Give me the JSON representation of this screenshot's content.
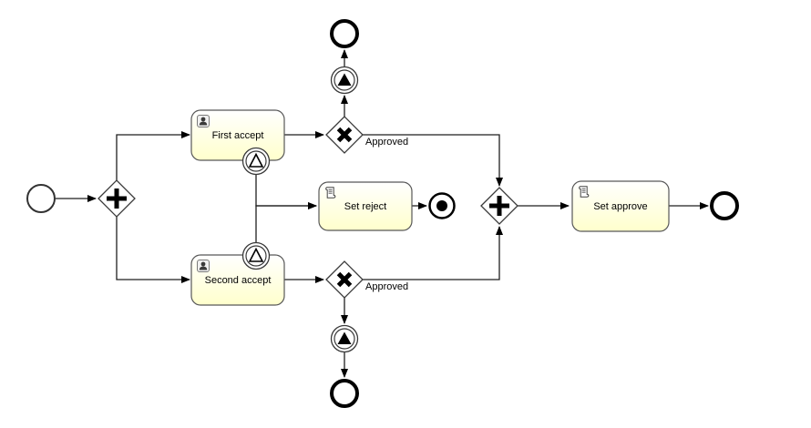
{
  "diagram": {
    "kind": "BPMN process diagram",
    "tasks": {
      "first_accept": {
        "label": "First accept",
        "type": "user-task"
      },
      "second_accept": {
        "label": "Second accept",
        "type": "user-task"
      },
      "set_reject": {
        "label": "Set reject",
        "type": "script-task"
      },
      "set_approve": {
        "label": "Set approve",
        "type": "script-task"
      }
    },
    "edge_labels": {
      "approved_top": "Approved",
      "approved_bottom": "Approved"
    },
    "events": {
      "start": "start-event",
      "end_top": "end-event",
      "end_bottom": "end-event",
      "end_right": "end-event",
      "terminate": "terminate-end-event",
      "signal_throw_top": "signal-intermediate-throw-event",
      "signal_throw_bottom": "signal-intermediate-throw-event",
      "boundary_on_first_accept": "signal-boundary-catch-event",
      "boundary_on_second_accept": "signal-boundary-catch-event"
    },
    "gateways": {
      "fork": "parallel-gateway",
      "join": "parallel-gateway",
      "decision_top": "exclusive-gateway",
      "decision_bottom": "exclusive-gateway"
    },
    "icons": {
      "user_task": "person-icon",
      "script_task": "scroll-icon",
      "signal": "triangle-icon",
      "parallel_gateway": "plus-icon",
      "exclusive_gateway": "x-icon"
    },
    "colors": {
      "background": "#ffffff",
      "task_fill_top": "#ffffff",
      "task_fill_bottom": "#ffffcc",
      "task_border": "#585858",
      "line": "#1f1f1f",
      "symbol": "#000000"
    }
  }
}
